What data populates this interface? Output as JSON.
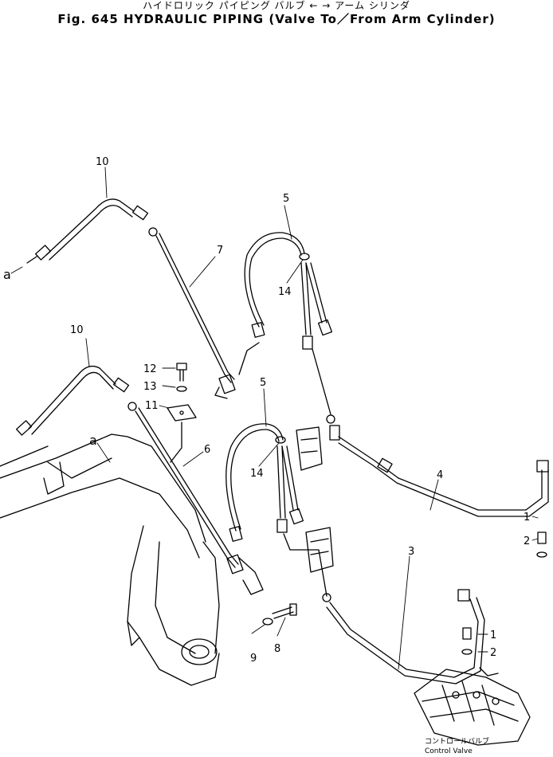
{
  "title": {
    "japanese": "ハイドロリック パイピング バルブ ← → アーム シリンダ",
    "english": "Fig. 645 HYDRAULIC PIPING (Valve To／From Arm Cylinder)"
  },
  "callouts": {
    "c10a": "10",
    "c10b": "10",
    "c7": "7",
    "c6": "6",
    "c5a": "5",
    "c5b": "5",
    "c14a": "14",
    "c14b": "14",
    "c12": "12",
    "c13": "13",
    "c11": "11",
    "c4": "4",
    "c3": "3",
    "c1a": "1",
    "c2a": "2",
    "c1b": "1",
    "c2b": "2",
    "c9": "9",
    "c8": "8",
    "ca1": "a",
    "ca2": "a"
  },
  "control_valve": {
    "label_jp": "コントロールバルブ",
    "label_en": "Control Valve"
  }
}
